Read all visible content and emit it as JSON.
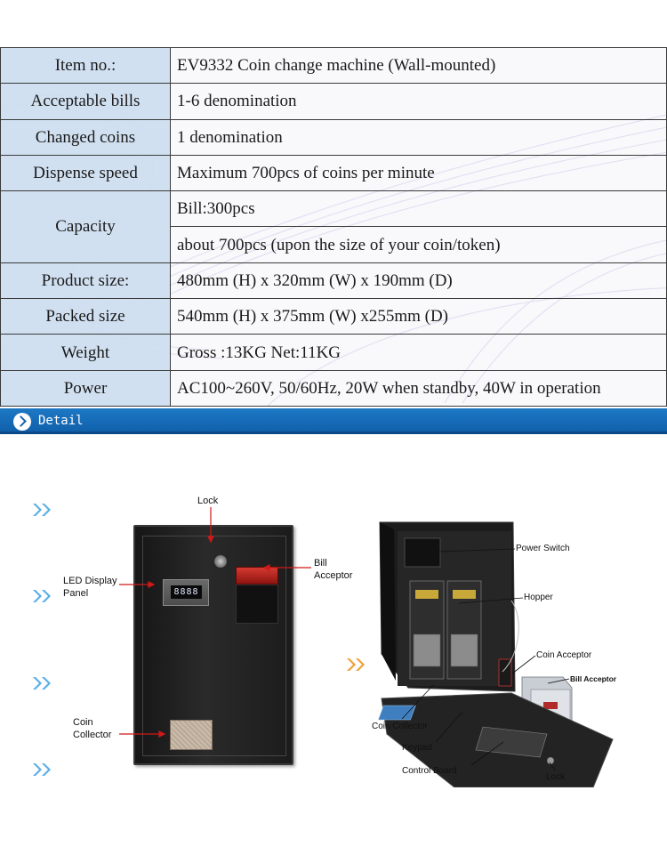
{
  "specs": [
    {
      "key": "Item no.:",
      "value": "EV9332 Coin change machine (Wall-mounted)"
    },
    {
      "key": "Acceptable bills",
      "value": "1-6 denomination"
    },
    {
      "key": "Changed coins",
      "value": "1 denomination"
    },
    {
      "key": "Dispense speed",
      "value": "Maximum 700pcs of coins per minute"
    },
    {
      "key": "Capacity",
      "value": "Bill:300pcs",
      "value2": "about 700pcs (upon the size of your coin/token)"
    },
    {
      "key": "Product size:",
      "value": "480mm (H) x 320mm (W) x 190mm (D)"
    },
    {
      "key": "Packed size",
      "value": "540mm (H) x 375mm (W) x255mm (D)"
    },
    {
      "key": "Weight",
      "value": "Gross :13KG  Net:11KG"
    },
    {
      "key": "Power",
      "value": "AC100~260V, 50/60Hz,  20W when standby,  40W in operation"
    }
  ],
  "detail": {
    "label": "Detail",
    "icon": "chevron-right-circle-icon"
  },
  "front_labels": {
    "lock": "Lock",
    "bill_line1": "Bill",
    "bill_line2": "Acceptor",
    "led_line1": "LED Display",
    "led_line2": "Panel",
    "coin_line1": "Coin",
    "coin_line2": "Collector"
  },
  "led_readout": "8888",
  "open_labels": {
    "power_switch": "Power Switch",
    "hopper": "Hopper",
    "coin_acceptor": "Coin Acceptor",
    "bill_acceptor": "Bill Acceptor",
    "coin_collector": "Coin Collector",
    "keypad": "Keypad",
    "control_board": "Control Board",
    "lock": "Lock"
  },
  "colors": {
    "key_cell": "#cedef0",
    "detail_bar": "#1565b0",
    "chevron_blue": "#5aaee6",
    "chevron_orange": "#f0a030",
    "arrow_red": "#d01818"
  }
}
